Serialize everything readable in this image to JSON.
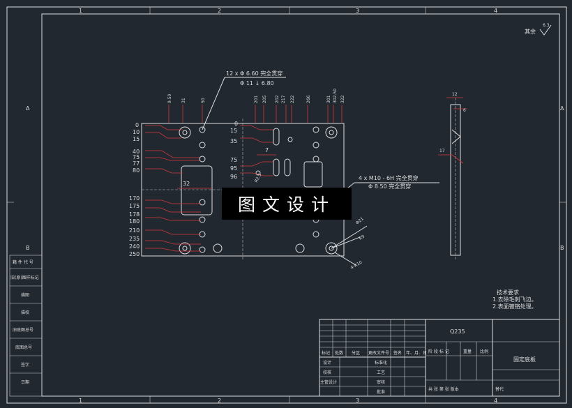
{
  "border_zones": {
    "columns": [
      "1",
      "2",
      "3",
      "4"
    ],
    "rows": [
      "A",
      "B"
    ]
  },
  "surface_note": "其余",
  "roughness_value": "6.3",
  "hole_note_1": {
    "line1": "12 x Φ 6.60 完全贯穿",
    "line2": "Φ 11 ↓ 6.80"
  },
  "hole_note_2": {
    "line1": "4 x M10 - 6H 完全贯穿",
    "line2": "Φ 8.50 完全贯穿"
  },
  "left_dims": [
    "0",
    "10",
    "15",
    "40",
    "75",
    "77",
    "80",
    "170",
    "175",
    "178",
    "180",
    "210",
    "235",
    "240",
    "250"
  ],
  "mid_dims": [
    "0",
    "15",
    "35",
    "75",
    "95",
    "96"
  ],
  "top_dims": [
    "9.50",
    "31",
    "50",
    "201",
    "205",
    "202",
    "217",
    "222",
    "266",
    "301",
    "302.50",
    "322"
  ],
  "dim_32": "32",
  "dim_7": "7",
  "dim_r25": "R2.5",
  "callout_r9": "R9",
  "callout_r21": "Φ21",
  "callout_4r10": "4-R10",
  "side_view": {
    "dim_12": "12",
    "dim_6": "6",
    "dim_17": "17"
  },
  "tech_req": {
    "title": "技术要求",
    "line1": "1.去除毛刺飞边。",
    "line2": "2.表面镀铬处理。"
  },
  "left_strip_labels": [
    "籍 件 代 号",
    "旧(原)图样标记",
    "描图",
    "描校",
    "旧底图总号",
    "底图总号",
    "签字",
    "日期"
  ],
  "title_block": {
    "material": "Q235",
    "part_name": "固定底板",
    "headers": [
      "标记",
      "处数",
      "分区",
      "更改文件号",
      "签名",
      "年、月、日"
    ],
    "roles": [
      "设计",
      "校核",
      "主管设计"
    ],
    "roles2": [
      "标准化",
      "工艺",
      "审核",
      "批准"
    ],
    "stage_labels": [
      "阶 段 标 记",
      "重量",
      "比例"
    ],
    "sheet_labels": [
      "共 张 第 张 版本",
      "替代"
    ]
  },
  "watermark": "图文设计"
}
